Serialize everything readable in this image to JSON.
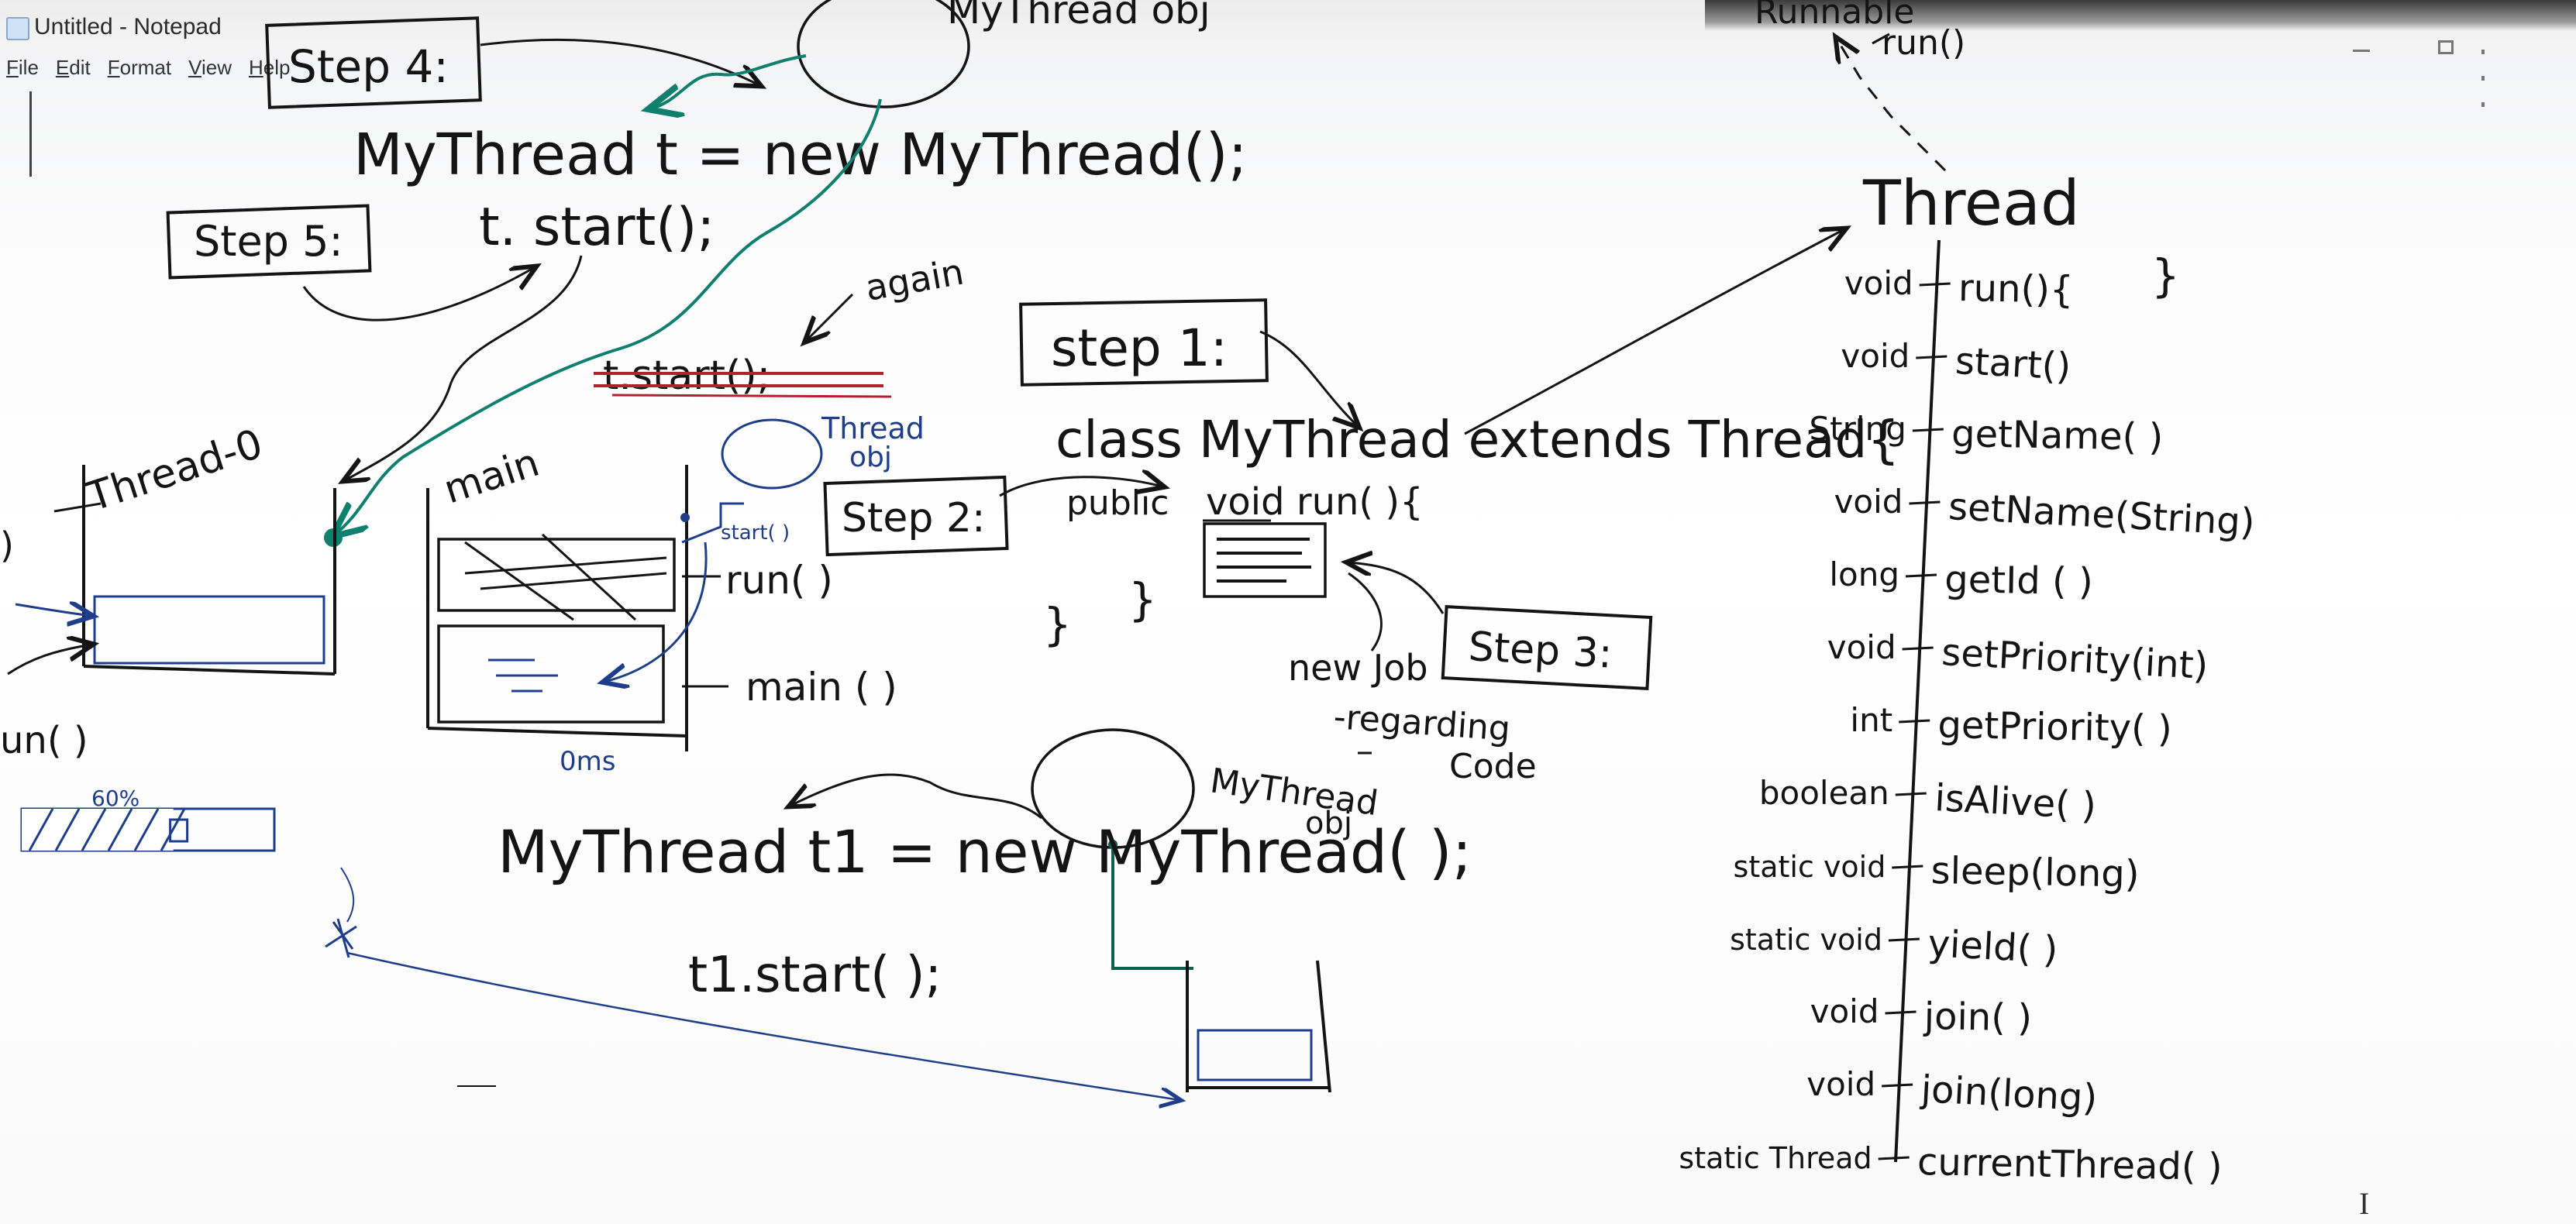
{
  "window": {
    "title": "Untitled - Notepad",
    "menu": [
      "File",
      "Edit",
      "Format",
      "View",
      "Help"
    ],
    "text_cursor": "I"
  },
  "whiteboard": {
    "steps": {
      "step1": "step 1:",
      "step2": "Step 2:",
      "step3": "Step 3:",
      "step4": "Step 4:",
      "step5": "Step 5:"
    },
    "code": {
      "t_decl": "MyThread   t = new  MyThread();",
      "t_start": "t. start();",
      "t_start_again": "t.start();",
      "again": "again",
      "class_decl": "class  MyThread  extends  Thread{",
      "public_kw": "public",
      "run_decl": "void  run( ){",
      "close1": "}",
      "close2": "}",
      "job_label": "new Job",
      "job_reg": "-regarding",
      "job_code": "Code",
      "t1_decl": "MyThread  t1 = new  MyThread( );",
      "t1_start": "t1.start( );"
    },
    "labels": {
      "mythread_obj_top": "MyThread obj",
      "mythread_obj_bottom_a": "MyThread",
      "mythread_obj_bottom_b": "obj",
      "thread_obj_a": "Thread",
      "thread_obj_b": "obj",
      "start_small": "start( )",
      "thread0": "Thread-0",
      "main": "main",
      "run_label": "run( )",
      "main_label": "main ( )",
      "partial_run": "un( )",
      "zero_ms": "0ms",
      "progress_pct": "60%",
      "runnable": "Runnable",
      "runnable_run": "run()"
    },
    "progress": {
      "fraction": 0.6
    },
    "thread_class": {
      "title": "Thread",
      "close_brace": "}",
      "methods": [
        {
          "ret": "void",
          "name": "run(){"
        },
        {
          "ret": "void",
          "name": "start()"
        },
        {
          "ret": "String",
          "name": "getName( )"
        },
        {
          "ret": "void",
          "name": "setName(String)"
        },
        {
          "ret": "long",
          "name": "getId ( )"
        },
        {
          "ret": "void",
          "name": "setPriority(int)"
        },
        {
          "ret": "int",
          "name": "getPriority( )"
        },
        {
          "ret": "boolean",
          "name": "isAlive( )"
        },
        {
          "ret": "static  void",
          "name": "sleep(long)"
        },
        {
          "ret": "static  void",
          "name": "yield( )"
        },
        {
          "ret": "void",
          "name": "join( )"
        },
        {
          "ret": "void",
          "name": "join(long)"
        },
        {
          "ret": "static  Thread",
          "name": "currentThread( )"
        }
      ]
    }
  },
  "colors": {
    "ink": "#141414",
    "green": "#0f7f6e",
    "blue": "#1f3e8a",
    "red": "#b0232c"
  }
}
